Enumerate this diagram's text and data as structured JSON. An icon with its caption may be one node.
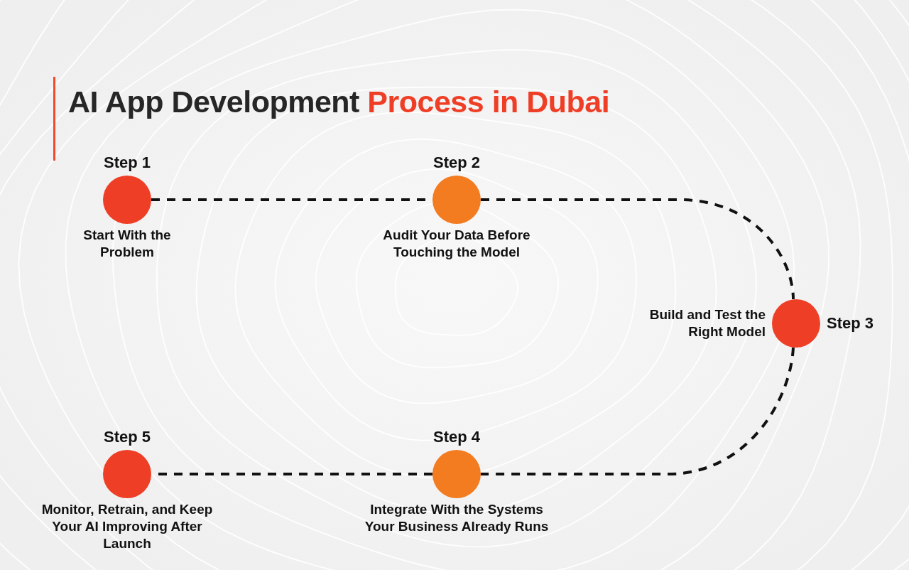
{
  "diagram": {
    "title": "AI App Development **Process in Dubai**",
    "nodes": [
      {
        "text": [
          "Step 1",
          "Start With the Problem"
        ]
      },
      {
        "text": [
          "Step 2",
          "Audit Your Data Before Touching the Model"
        ]
      },
      {
        "text": [
          "Build and Test the Right Model",
          "Step 3"
        ]
      },
      {
        "text": [
          "Step 4",
          "Integrate With the Systems Your Business Already Runs"
        ]
      },
      {
        "text": [
          "Step 5",
          "Monitor, Retrain, and Keep Your AI Improving After Launch"
        ]
      }
    ],
    "edges": [
      {
        "from": 0,
        "to": 1,
        "arrow": "none",
        "style": "dashed"
      },
      {
        "from": 1,
        "to": 2,
        "arrow": "none",
        "style": "dashed"
      },
      {
        "from": 2,
        "to": 3,
        "arrow": "none",
        "style": "dashed"
      },
      {
        "from": 3,
        "to": 4,
        "arrow": "none",
        "style": "dashed"
      }
    ]
  }
}
